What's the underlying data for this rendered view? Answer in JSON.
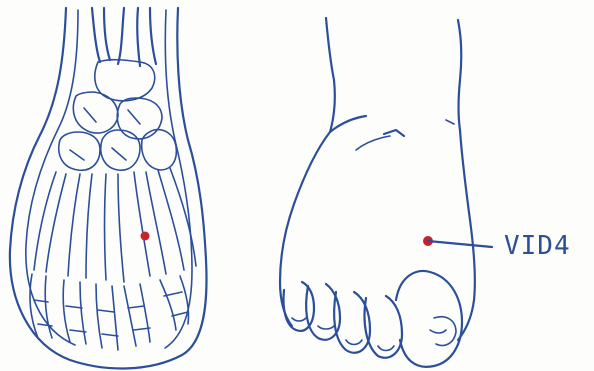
{
  "colors": {
    "ink": "#2c4f9a",
    "point": "#c8232c",
    "paper": "#fdfdfb"
  },
  "figures": {
    "skeleton_foot": {
      "icon": "foot-skeleton-illustration"
    },
    "surface_foot": {
      "icon": "foot-outline-illustration"
    }
  },
  "point_label": "VID4"
}
